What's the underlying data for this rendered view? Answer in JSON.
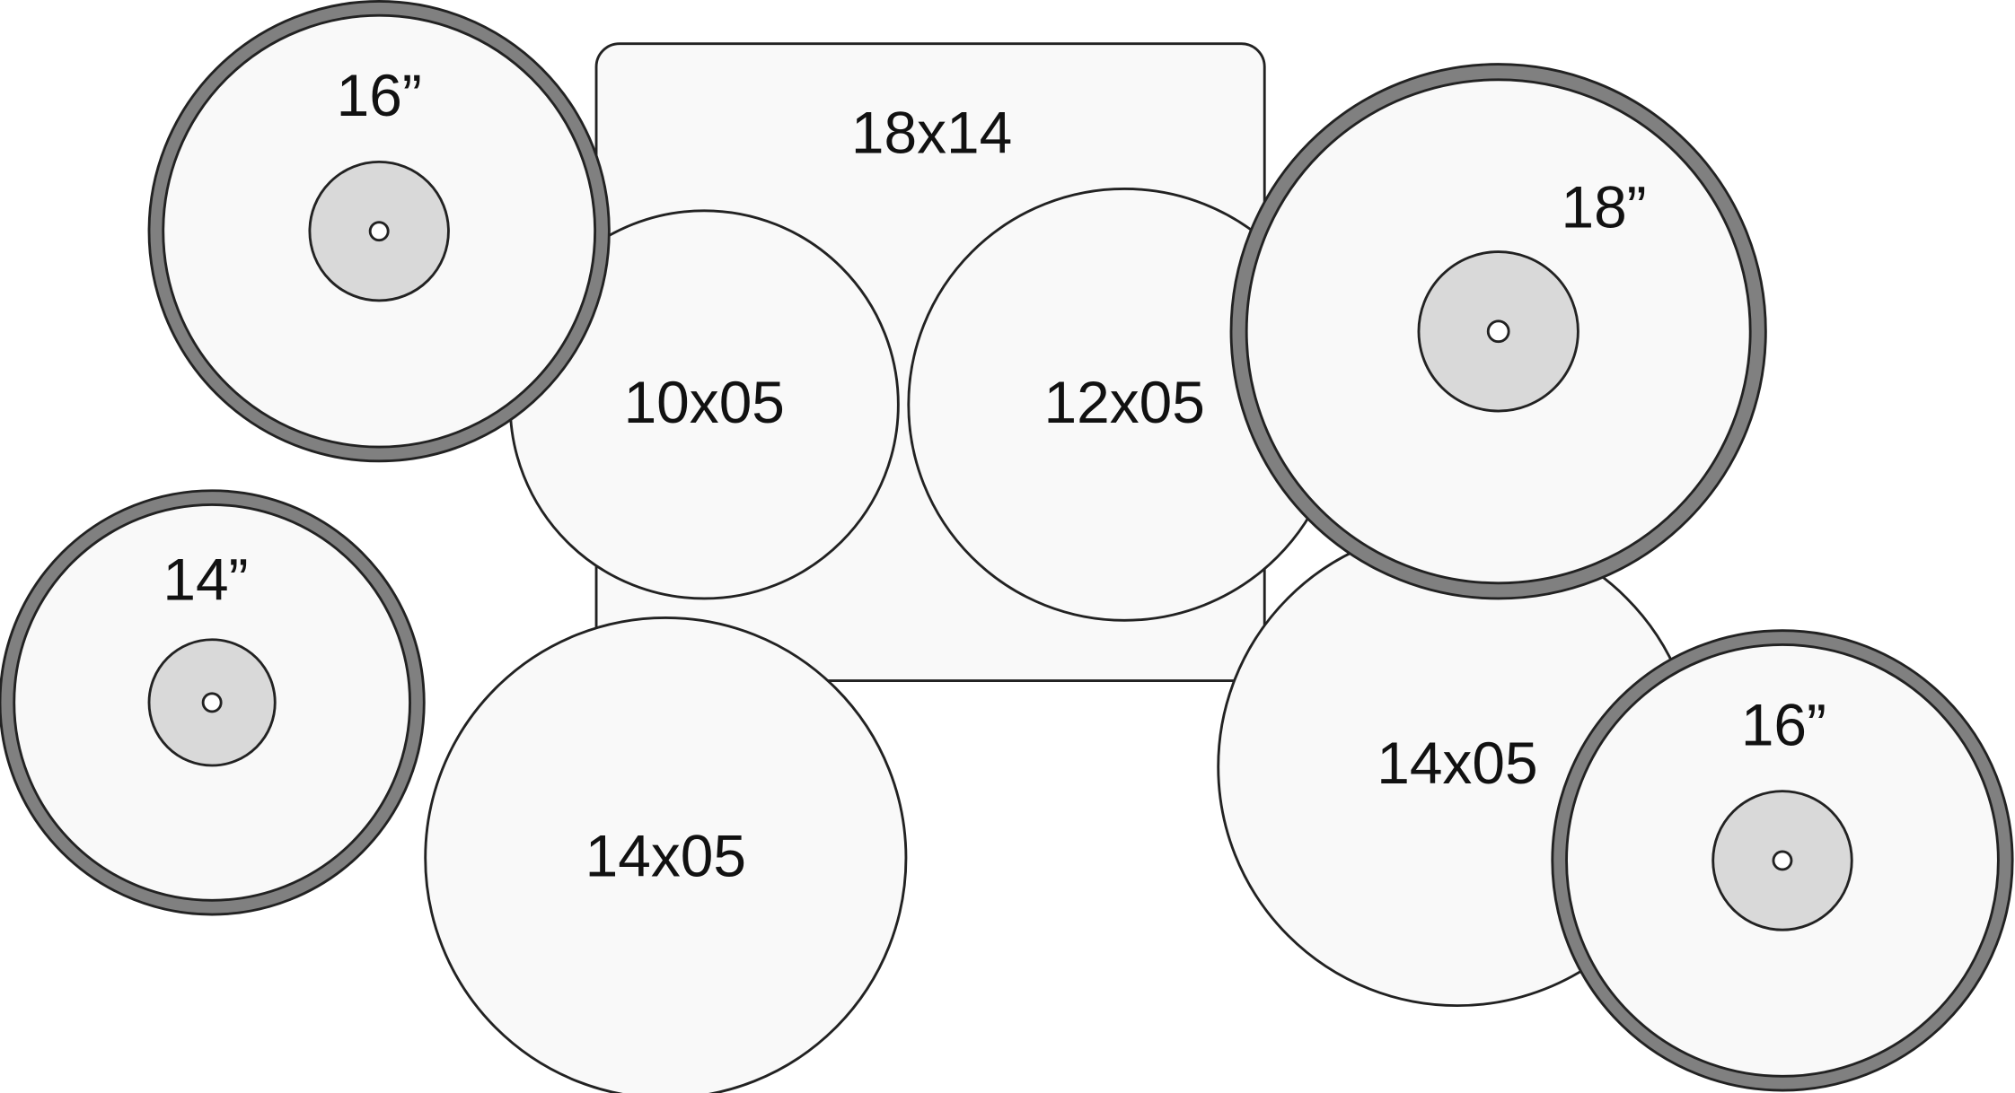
{
  "kit": {
    "bass_drum": {
      "label": "18x14"
    },
    "toms": [
      {
        "label": "10x05"
      },
      {
        "label": "12x05"
      }
    ],
    "floor_toms": [
      {
        "label": "14x05"
      },
      {
        "label": "14x05"
      }
    ],
    "cymbals": [
      {
        "label": "16”"
      },
      {
        "label": "14”"
      },
      {
        "label": "18”"
      },
      {
        "label": "16”"
      }
    ]
  },
  "colors": {
    "shell_fill": "#f9f9f9",
    "cymbal_ring": "#808080",
    "cymbal_bell": "#d9d9d9",
    "outline": "#222222"
  }
}
